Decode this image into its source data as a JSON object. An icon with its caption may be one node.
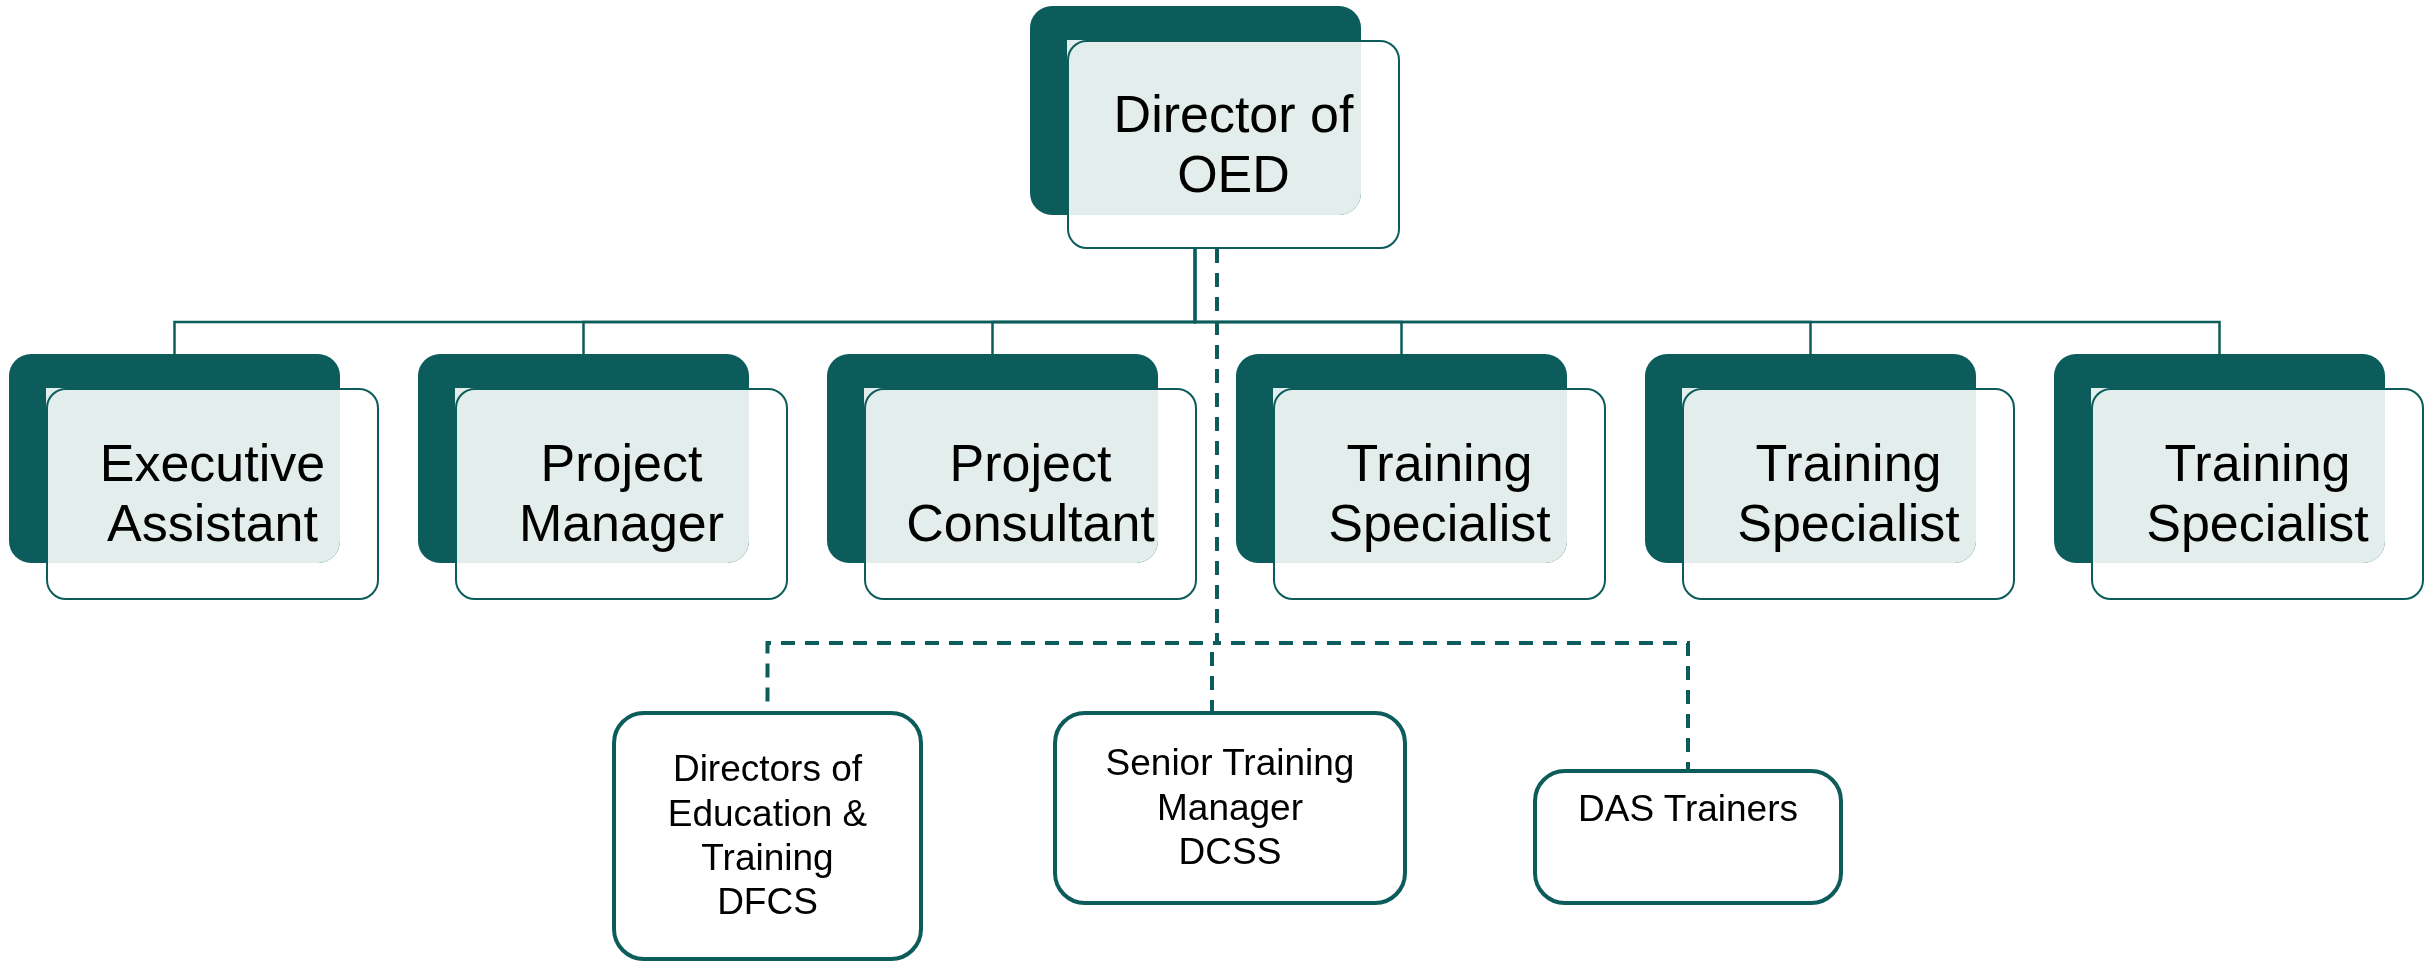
{
  "diagram": {
    "nodes": [
      {
        "text": [
          "Director of OED"
        ]
      },
      {
        "text": [
          "Executive Assistant"
        ]
      },
      {
        "text": [
          "Project Manager"
        ]
      },
      {
        "text": [
          "Project Consultant"
        ]
      },
      {
        "text": [
          "Training Specialist"
        ]
      },
      {
        "text": [
          "Training Specialist"
        ]
      },
      {
        "text": [
          "Training Specialist"
        ]
      },
      {
        "text": [
          "Directors of Education & Training",
          "DFCS"
        ]
      },
      {
        "text": [
          "Senior Training Manager",
          "DCSS"
        ]
      },
      {
        "text": [
          "DAS Trainers"
        ]
      }
    ],
    "edges": [
      {
        "from": 0,
        "to": 1,
        "arrow": "none"
      },
      {
        "from": 0,
        "to": 2,
        "arrow": "none"
      },
      {
        "from": 0,
        "to": 3,
        "arrow": "none"
      },
      {
        "from": 0,
        "to": 4,
        "arrow": "none"
      },
      {
        "from": 0,
        "to": 5,
        "arrow": "none"
      },
      {
        "from": 0,
        "to": 6,
        "arrow": "none"
      },
      {
        "from": 0,
        "to": 7,
        "arrow": "none",
        "style": "dashed"
      },
      {
        "from": 0,
        "to": 8,
        "arrow": "none",
        "style": "dashed"
      },
      {
        "from": 0,
        "to": 9,
        "arrow": "none",
        "style": "dashed"
      }
    ]
  }
}
